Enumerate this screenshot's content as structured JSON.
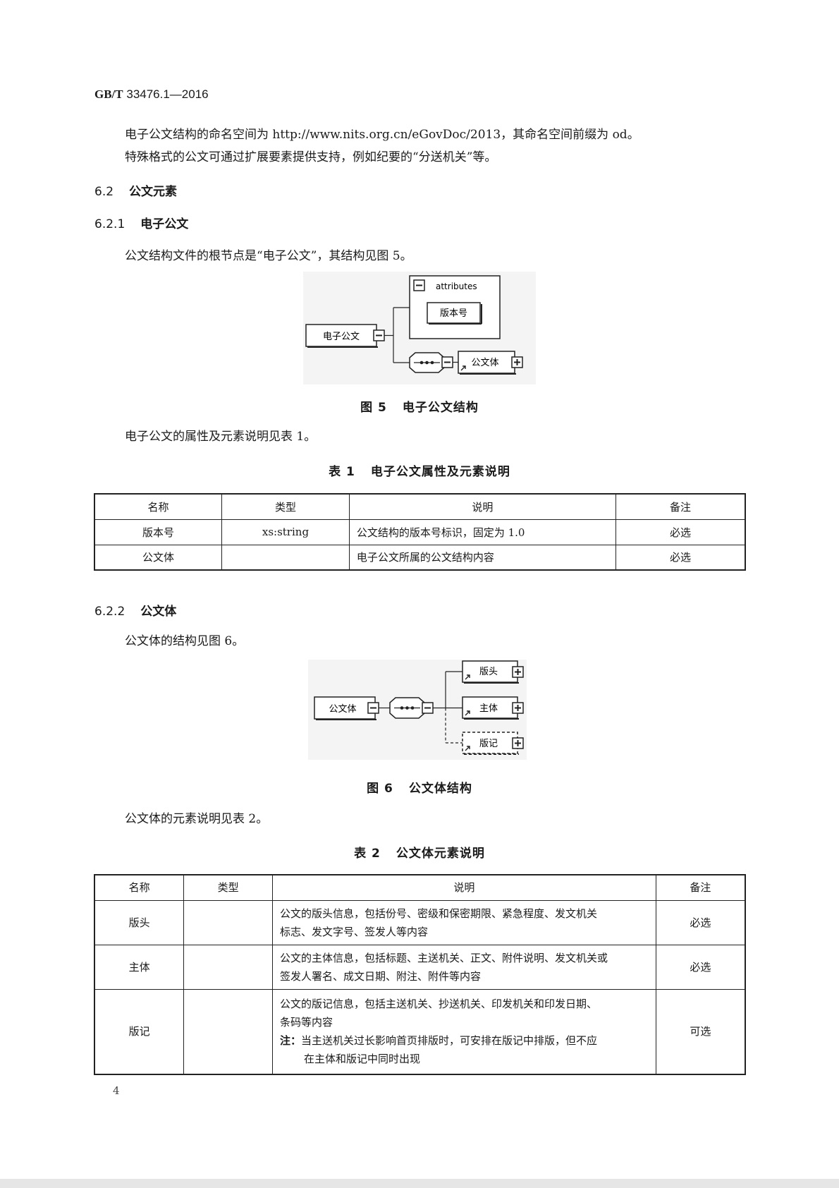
{
  "header": {
    "standard_prefix": "GB/T",
    "standard_number": "33476.1—2016"
  },
  "paragraphs": {
    "p1": "电子公文结构的命名空间为 http://www.nits.org.cn/eGovDoc/2013，其命名空间前缀为 od。",
    "p2": "特殊格式的公文可通过扩展要素提供支持，例如纪要的“分送机关”等。",
    "p3": "公文结构文件的根节点是“电子公文”，其结构见图 5。",
    "p4": "电子公文的属性及元素说明见表 1。",
    "p5": "公文体的结构见图 6。",
    "p6": "公文体的元素说明见表 2。"
  },
  "sections": {
    "s62": {
      "num": "6.2",
      "title": "公文元素"
    },
    "s621": {
      "num": "6.2.1",
      "title": "电子公文"
    },
    "s622": {
      "num": "6.2.2",
      "title": "公文体"
    }
  },
  "figure5": {
    "caption_num": "图 5",
    "caption_title": "电子公文结构",
    "root": "电子公文",
    "attributes_label": "attributes",
    "attribute": "版本号",
    "child": "公文体"
  },
  "figure6": {
    "caption_num": "图 6",
    "caption_title": "公文体结构",
    "root": "公文体",
    "children": [
      "版头",
      "主体",
      "版记"
    ]
  },
  "table1": {
    "caption_num": "表 1",
    "caption_title": "电子公文属性及元素说明",
    "headers": [
      "名称",
      "类型",
      "说明",
      "备注"
    ],
    "rows": [
      [
        "版本号",
        "xs:string",
        "公文结构的版本号标识，固定为 1.0",
        "必选"
      ],
      [
        "公文体",
        "",
        "电子公文所属的公文结构内容",
        "必选"
      ]
    ]
  },
  "table2": {
    "caption_num": "表 2",
    "caption_title": "公文体元素说明",
    "headers": [
      "名称",
      "类型",
      "说明",
      "备注"
    ],
    "rows": [
      {
        "name": "版头",
        "type": "",
        "desc_lines": [
          "公文的版头信息，包括份号、密级和保密期限、紧急程度、发文机关",
          "标志、发文字号、签发人等内容"
        ],
        "remark": "必选"
      },
      {
        "name": "主体",
        "type": "",
        "desc_lines": [
          "公文的主体信息，包括标题、主送机关、正文、附件说明、发文机关或",
          "签发人署名、成文日期、附注、附件等内容"
        ],
        "remark": "必选"
      },
      {
        "name": "版记",
        "type": "",
        "desc_lines": [
          "公文的版记信息，包括主送机关、抄送机关、印发机关和印发日期、",
          "条码等内容"
        ],
        "note_label": "注：",
        "note_lines": [
          "当主送机关过长影响首页排版时，可安排在版记中排版，但不应",
          "在主体和版记中同时出现"
        ],
        "remark": "可选"
      }
    ]
  },
  "footer": {
    "page_number": "4"
  }
}
